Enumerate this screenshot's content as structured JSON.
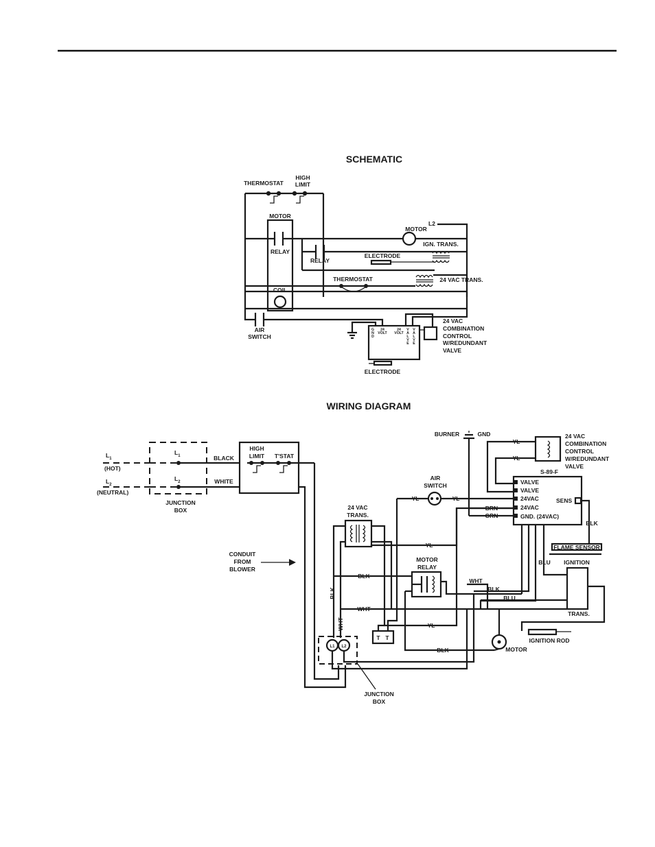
{
  "schematic": {
    "title": "SCHEMATIC",
    "labels": {
      "thermostat": "THERMOSTAT",
      "high": "HIGH",
      "limit": "LIMIT",
      "motor_box": "MOTOR",
      "relay_box": "RELAY",
      "coil": "COIL",
      "motor": "MOTOR",
      "l2": "L2",
      "ign_trans": "IGN. TRANS.",
      "relay": "RELAY",
      "electrode": "ELECTRODE",
      "thermostat2": "THERMOSTAT",
      "vac_trans": "24 VAC TRANS.",
      "air": "AIR",
      "switch": "SWITCH",
      "electrode2": "ELECTRODE",
      "combo1": "24 VAC",
      "combo2": "COMBINATION",
      "combo3": "CONTROL",
      "combo4": "W/REDUNDANT",
      "combo5": "VALVE",
      "t24a": "24",
      "tvolta": "VOLT",
      "t24b": "24",
      "tvoltb": "VOLT",
      "gnd_v": [
        "G",
        "N",
        "D"
      ],
      "valve_v1": [
        "V",
        "A",
        "L",
        "V",
        "E"
      ],
      "valve_v2": [
        "V",
        "A",
        "L",
        "V",
        "E"
      ]
    }
  },
  "wiring": {
    "title": "WIRING DIAGRAM",
    "labels": {
      "l1": "L",
      "l1_sub": "1",
      "hot": "(HOT)",
      "l2": "L",
      "l2_sub": "2",
      "neutral": "(NEUTRAL)",
      "jb_l1": "L",
      "jb_l1_sub": "1",
      "jb_l2": "L",
      "jb_l2_sub": "2",
      "junction1": "JUNCTION",
      "box1": "BOX",
      "black": "BLACK",
      "white": "WHITE",
      "high": "HIGH",
      "limit": "LIMIT",
      "tstat": "T'STAT",
      "conduit1": "CONDUIT",
      "conduit2": "FROM",
      "conduit3": "BLOWER",
      "vac1": "24 VAC",
      "vac2": "TRANS.",
      "burner": "BURNER",
      "gnd": "GND",
      "air": "AIR",
      "switch": "SWITCH",
      "yl1": "YL",
      "yl2": "YL",
      "yl3": "YL",
      "yl4": "YL",
      "yl5": "YL",
      "yl6": "YL",
      "brn": "BRN",
      "grn": "GRN",
      "combo1": "24 VAC",
      "combo2": "COMBINATION",
      "combo3": "CONTROL",
      "combo4": "W/REDUNDANT",
      "combo5": "VALVE",
      "s89f": "S-89-F",
      "valve1": "VALVE",
      "valve2": "VALVE",
      "vac24a": "24VAC",
      "vac24b": "24VAC",
      "gnd24": "GND. (24VAC)",
      "sens": "SENS",
      "blk_a": "BLK",
      "blk_b": "BLK",
      "blk_c": "BLK",
      "blk_d": "BLK",
      "blk_v": "BLK",
      "wht_a": "WHT",
      "wht_b": "WHT",
      "wht_v": "WHT",
      "blu_a": "BLU",
      "blu_b": "BLU",
      "flame": "FLAME SENSOR",
      "ignition": "IGNITION",
      "trans": "TRANS.",
      "ign_rod": "IGNITION ROD",
      "motor": "MOTOR",
      "mrelay1": "MOTOR",
      "mrelay2": "RELAY",
      "tt1": "T",
      "tt2": "T",
      "jl1": "L1",
      "jl2": "L2",
      "junction2": "JUNCTION",
      "box2": "BOX"
    }
  }
}
